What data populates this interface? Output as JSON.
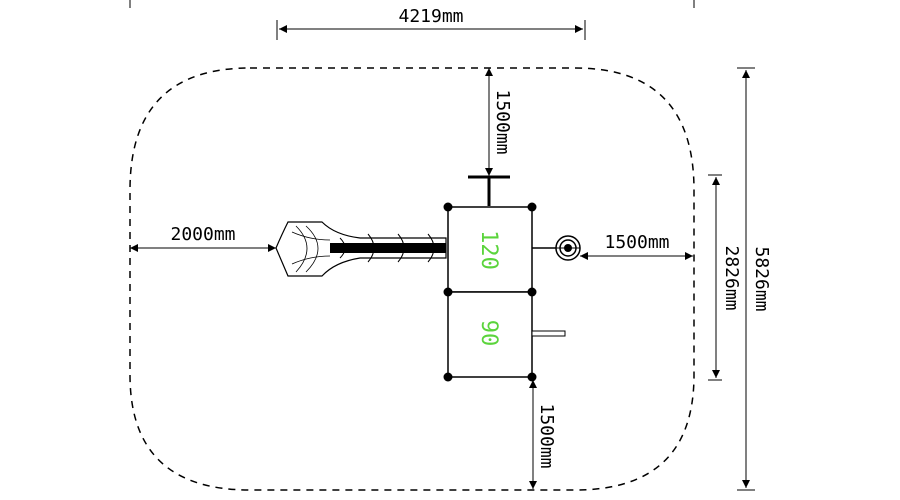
{
  "dimensions": {
    "top_width": "4219mm",
    "top_clearance": "1500mm",
    "left_clearance": "2000mm",
    "right_clearance": "1500mm",
    "structure_depth": "2826mm",
    "total_depth": "5826mm",
    "bottom_clearance": "1500mm"
  },
  "platforms": {
    "upper_height": "120",
    "lower_height": "90"
  },
  "colors": {
    "line": "#000000",
    "platform_label": "#5bd43c",
    "background": "#ffffff"
  }
}
